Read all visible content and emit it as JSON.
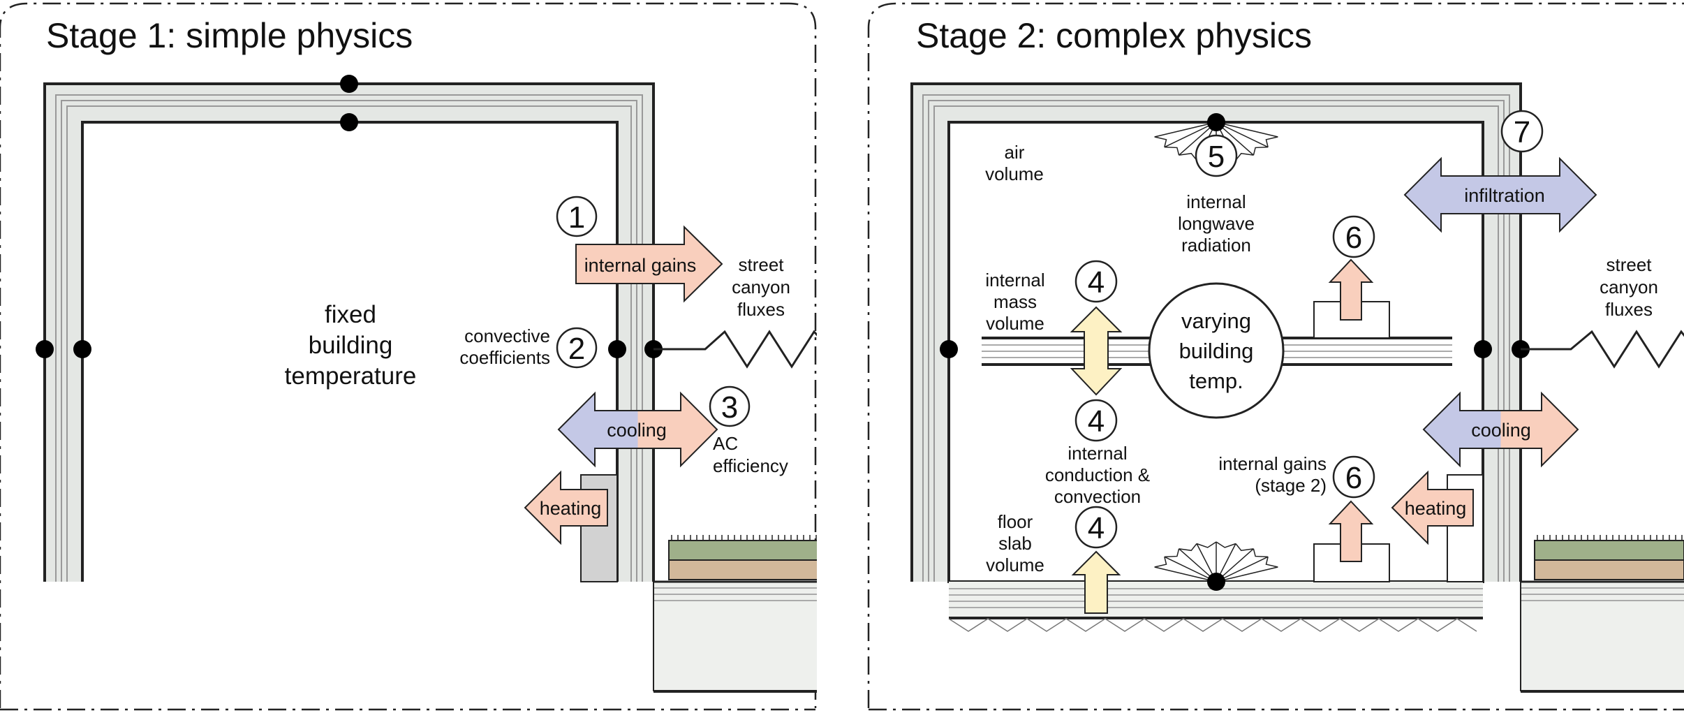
{
  "panels": [
    {
      "title": "Stage 1: simple physics",
      "labels": {
        "center": [
          "fixed",
          "building",
          "temperature"
        ],
        "convective": [
          "convective",
          "coefficients"
        ],
        "street": [
          "street",
          "canyon",
          "fluxes"
        ],
        "ac": [
          "AC",
          "efficiency"
        ]
      },
      "numbers": {
        "n1": "1",
        "n2": "2",
        "n3": "3"
      },
      "arrows": {
        "internal_gains": "internal gains",
        "cooling": "cooling",
        "heating": "heating"
      }
    },
    {
      "title": "Stage 2: complex physics",
      "labels": {
        "air": [
          "air",
          "volume"
        ],
        "longwave": [
          "internal",
          "longwave",
          "radiation"
        ],
        "mass": [
          "internal",
          "mass",
          "volume"
        ],
        "center": [
          "varying",
          "building",
          "temp."
        ],
        "conduction": [
          "internal",
          "conduction &",
          "convection"
        ],
        "floor": [
          "floor",
          "slab",
          "volume"
        ],
        "gains2": [
          "internal gains",
          "(stage 2)"
        ],
        "street": [
          "street",
          "canyon",
          "fluxes"
        ]
      },
      "numbers": {
        "n4": "4",
        "n5": "5",
        "n6": "6",
        "n7": "7"
      },
      "arrows": {
        "infiltration": "infiltration",
        "cooling": "cooling",
        "heating": "heating"
      }
    }
  ],
  "colors": {
    "warm": "#f9cfbd",
    "cool": "#c4c8e6",
    "yellow": "#fdf1c4",
    "wall_gray": "#e4e7e4",
    "grass": "#9fb08a",
    "soil": "#d2b89a",
    "ground": "#eef0ed",
    "unit_gray": "#d2d2d2"
  }
}
